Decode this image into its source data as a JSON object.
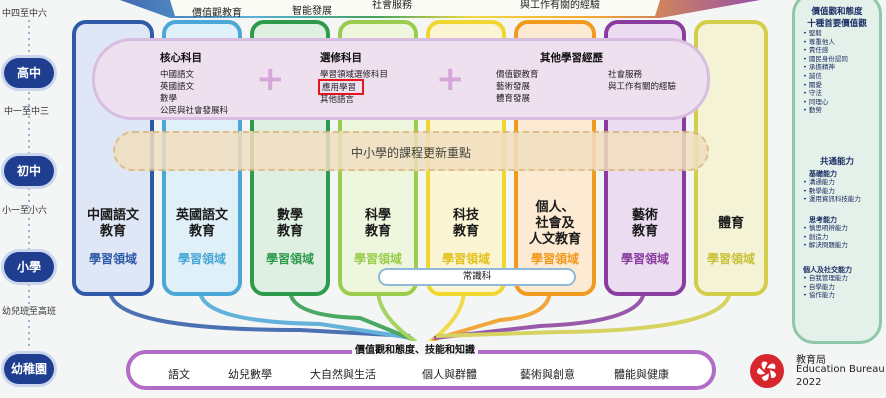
{
  "stages": {
    "p4_s6": "中四至中六",
    "ss": "高中",
    "s1_s3": "中一至中三",
    "js": "初中",
    "p1_p6": "小一至小六",
    "primary": "小學",
    "kg_k3": "幼兒班至高班",
    "kg": "幼稚園"
  },
  "top_ribbon": {
    "item1": "價值觀教育",
    "item2": "智能發展",
    "item3": "社會服務",
    "item4": "與工作有關的經驗"
  },
  "core_box": {
    "core_title": "核心科目",
    "core_items": [
      "中國語文",
      "英國語文",
      "數學",
      "公民與社會發展科"
    ],
    "elective_title": "選修科目",
    "elective_items": [
      "學習領域選修科目",
      "應用學習",
      "其他語言"
    ],
    "ole_title": "其他學習經歷",
    "ole_items_left": [
      "價值觀教育",
      "藝術發展",
      "體育發展"
    ],
    "ole_items_right": [
      "社會服務",
      "與工作有關的經驗"
    ]
  },
  "focus": "中小學的課程更新重點",
  "kla_label": "學習領域",
  "subjects": [
    {
      "l1": "中國語文",
      "l2": "教育",
      "color": "#2f5aa8",
      "kla": true
    },
    {
      "l1": "英國語文",
      "l2": "教育",
      "color": "#4aa7d6",
      "kla": true
    },
    {
      "l1": "數學",
      "l2": "教育",
      "color": "#2e9a4b",
      "kla": true
    },
    {
      "l1": "科學",
      "l2": "教育",
      "color": "#9acd4d",
      "kla": true
    },
    {
      "l1": "科技",
      "l2": "教育",
      "color": "#f2d630",
      "kla": true
    },
    {
      "l1": "個人、",
      "l2": "社會及",
      "l3": "人文教育",
      "color": "#f29a1e",
      "kla": true
    },
    {
      "l1": "藝術",
      "l2": "教育",
      "color": "#8a3d9e",
      "kla": true
    },
    {
      "l1": "體育",
      "l2": "",
      "color": "#d3cd4a",
      "kla": true
    }
  ],
  "general_studies": "常識科",
  "kg_bar": {
    "title": "價值觀和態度、技能和知識",
    "items": [
      "語文",
      "幼兒數學",
      "大自然與生活",
      "個人與群體",
      "藝術與創意",
      "體能與健康"
    ]
  },
  "right_panel": {
    "values_title1": "價值觀和態度",
    "values_title2": "十種首要價值觀",
    "values": [
      "堅毅",
      "尊重他人",
      "責任感",
      "國民身份認同",
      "承擔精神",
      "誠信",
      "關愛",
      "守法",
      "同理心",
      "勤勞"
    ],
    "generic_title": "共通能力",
    "basic_title": "基礎能力",
    "basic": [
      "溝通能力",
      "數學能力",
      "運用資訊科技能力"
    ],
    "thinking_title": "思考能力",
    "thinking": [
      "慎思明辨能力",
      "創造力",
      "解決問題能力"
    ],
    "personal_title": "個人及社交能力",
    "personal": [
      "自我管理能力",
      "自學能力",
      "協作能力"
    ]
  },
  "edb": {
    "zh": "教育局",
    "en": "Education Bureau",
    "year": "2022"
  },
  "colors": {
    "navy": "#1f3e8f",
    "highlight": "#e3181c"
  }
}
